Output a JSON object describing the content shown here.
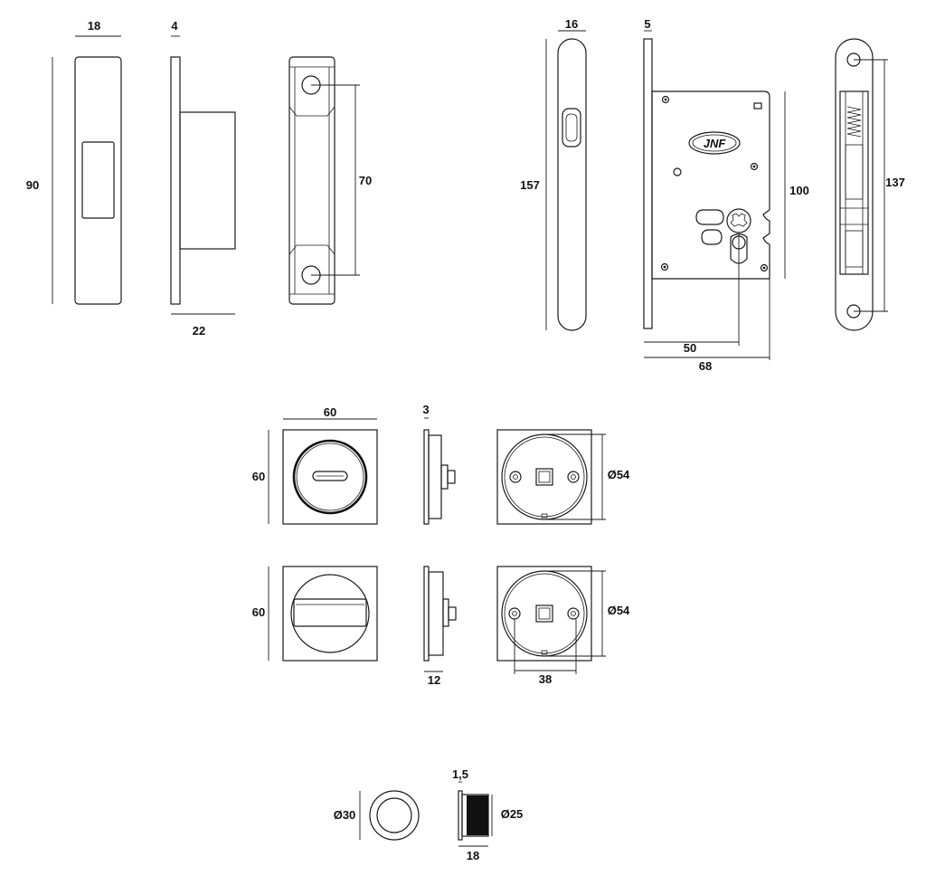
{
  "drawing": {
    "strike_plate": {
      "width_label": "18",
      "height_label": "90",
      "flange_label": "4",
      "depth_label": "22",
      "hole_spacing_label": "70"
    },
    "lock_body": {
      "faceplate_width_label": "16",
      "faceplate_length_label": "157",
      "faceplate_thickness_label": "5",
      "case_height_label": "100",
      "backset_label": "50",
      "case_depth_label": "68",
      "edge_pull_length_label": "137",
      "brand_logo": "JNF"
    },
    "privacy_rose": {
      "size_label": "60",
      "thickness_label": "3",
      "height_label": "60",
      "diameter_label": "Ø54"
    },
    "thumbturn_rose": {
      "height_label": "60",
      "projection_label": "12",
      "diameter_label": "Ø54",
      "screw_spacing_label": "38"
    },
    "flush_pull": {
      "diameter_label": "Ø30",
      "flange_label": "1,5",
      "inner_diameter_label": "Ø25",
      "depth_label": "18"
    }
  }
}
